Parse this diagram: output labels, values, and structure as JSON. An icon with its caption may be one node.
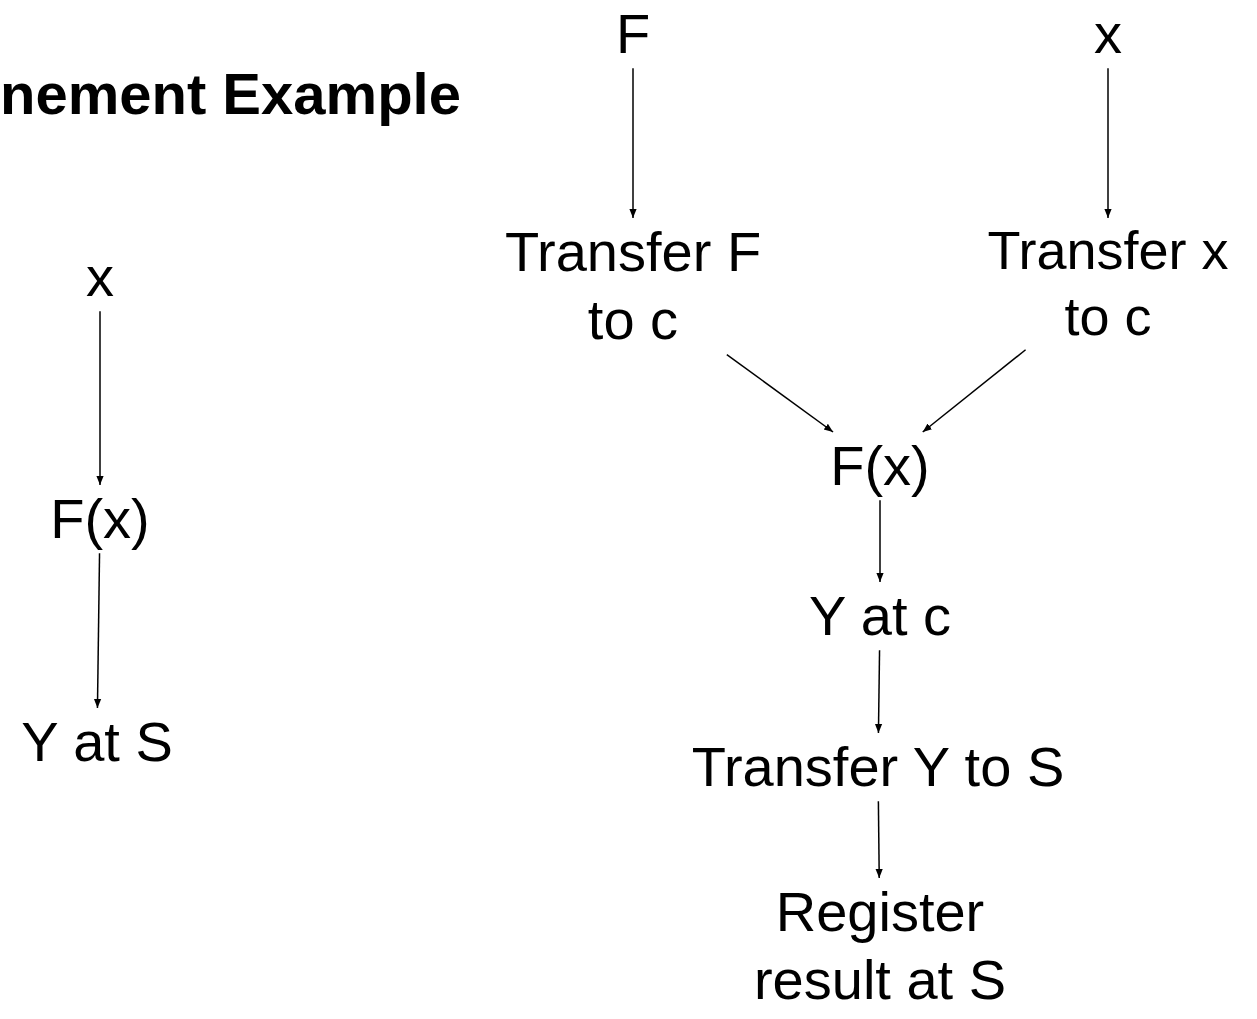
{
  "diagram": {
    "title": "nement Example",
    "nodes": [
      {
        "text": [
          "x"
        ]
      },
      {
        "text": [
          "F(x)"
        ]
      },
      {
        "text": [
          "Y at S"
        ]
      },
      {
        "text": [
          "F"
        ]
      },
      {
        "text": [
          "x"
        ]
      },
      {
        "text": [
          "Transfer F to c"
        ]
      },
      {
        "text": [
          "Transfer x to c"
        ]
      },
      {
        "text": [
          "F(x)"
        ]
      },
      {
        "text": [
          "Y at c"
        ]
      },
      {
        "text": [
          "Transfer Y to S"
        ]
      },
      {
        "text": [
          "Register result at S"
        ]
      }
    ],
    "edges": [
      {
        "from": 0,
        "to": 1,
        "arrow": "to"
      },
      {
        "from": 1,
        "to": 2,
        "arrow": "to"
      },
      {
        "from": 3,
        "to": 5,
        "arrow": "to"
      },
      {
        "from": 4,
        "to": 6,
        "arrow": "to"
      },
      {
        "from": 5,
        "to": 7,
        "arrow": "to"
      },
      {
        "from": 6,
        "to": 7,
        "arrow": "to"
      },
      {
        "from": 7,
        "to": 8,
        "arrow": "to"
      },
      {
        "from": 8,
        "to": 9,
        "arrow": "to"
      },
      {
        "from": 9,
        "to": 10,
        "arrow": "to"
      }
    ]
  }
}
